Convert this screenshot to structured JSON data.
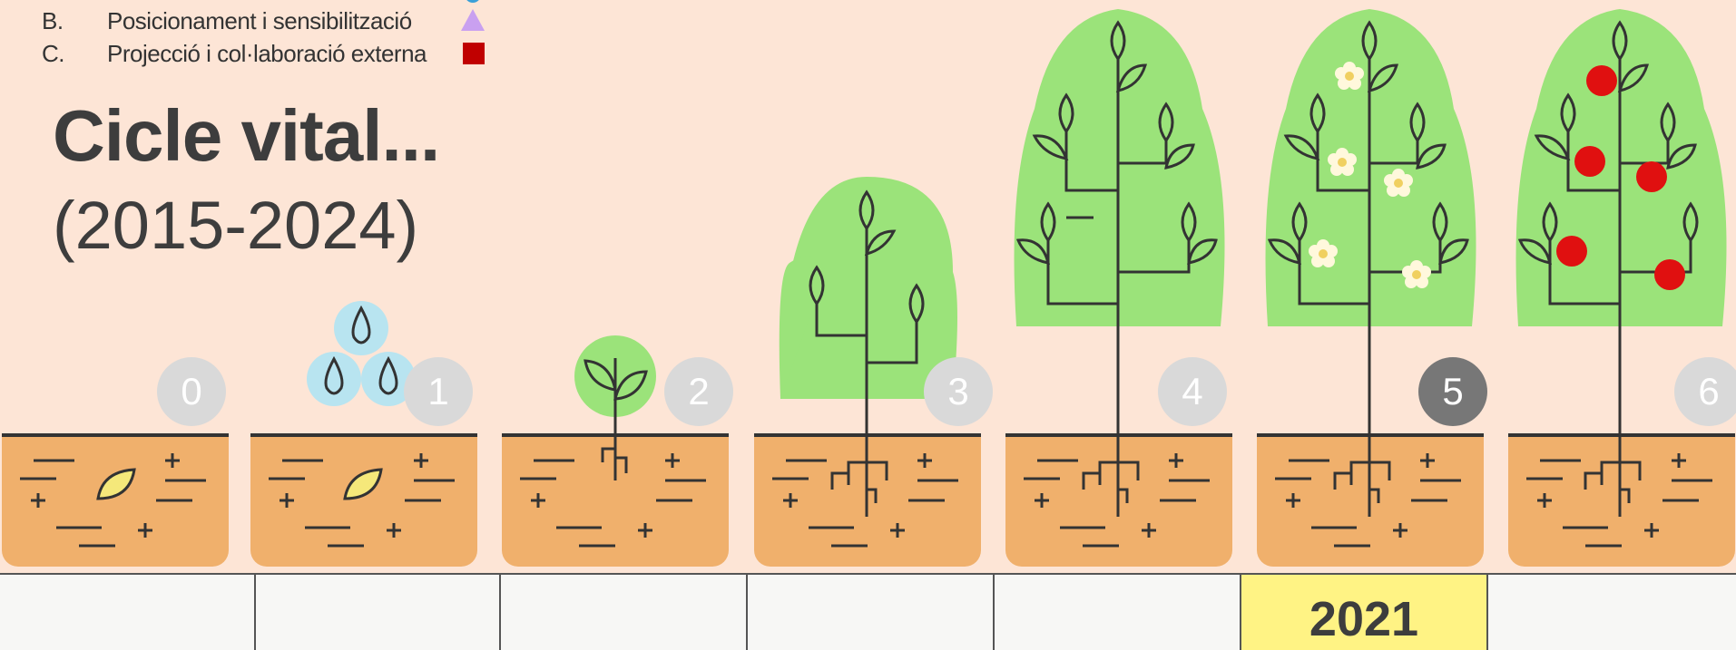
{
  "legend": [
    {
      "letter": "B.",
      "text": "Posicionament i sensibilització",
      "marker": "triangle-icon",
      "color": "#c9a0f0"
    },
    {
      "letter": "C.",
      "text": "Projecció i col·laboració externa",
      "marker": "square-icon",
      "color": "#c00000"
    }
  ],
  "title": {
    "main": "Cicle vital...",
    "sub": "(2015-2024)"
  },
  "stages": [
    {
      "number": "0",
      "plant": "seed"
    },
    {
      "number": "1",
      "plant": "seed-watered"
    },
    {
      "number": "2",
      "plant": "sprout"
    },
    {
      "number": "3",
      "plant": "small-tree"
    },
    {
      "number": "4",
      "plant": "tree"
    },
    {
      "number": "5",
      "plant": "flowering-tree",
      "active": true
    },
    {
      "number": "6",
      "plant": "fruit-tree"
    }
  ],
  "timeline": {
    "cells": [
      "",
      "",
      "",
      "",
      "",
      "2021",
      ""
    ],
    "highlight_index": 5
  },
  "colors": {
    "background": "#fde5d6",
    "soil": "#f0b06c",
    "foliage": "#9be37a",
    "circle": "#d9d9d9",
    "circle_active": "#777777",
    "highlight": "#fff384",
    "fruit": "#e01010",
    "water": "#b8e4f0"
  }
}
